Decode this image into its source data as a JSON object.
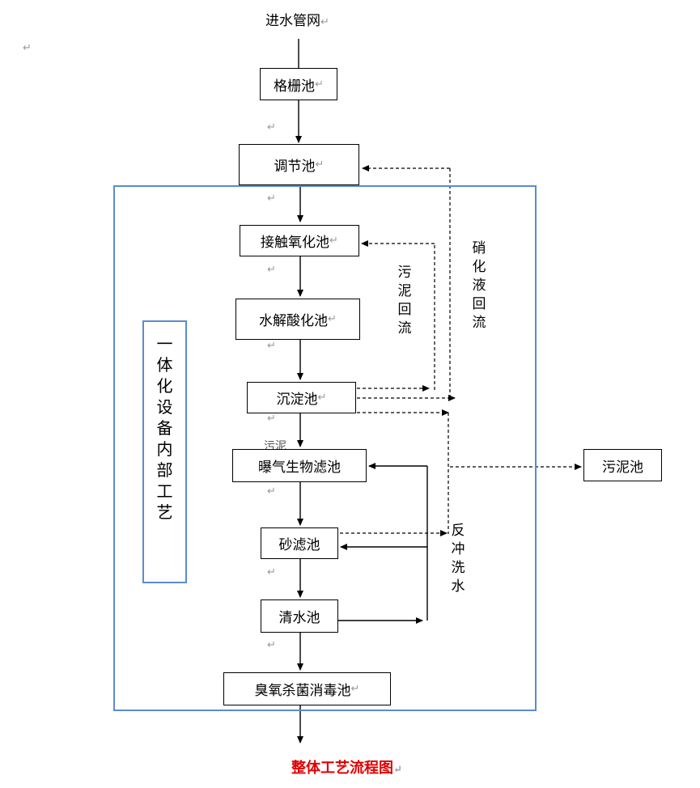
{
  "top_input": "进水管网",
  "stages": {
    "grid": "格栅池",
    "equalize": "调节池",
    "contact_oxidation": "接触氧化池",
    "hydrolysis": "水解酸化池",
    "sedimentation": "沉淀池",
    "aerated_biofilter": "曝气生物滤池",
    "sand_filter": "砂滤池",
    "clear_water": "清水池",
    "ozone": "臭氧杀菌消毒池"
  },
  "sludge_tank": "污泥池",
  "integrated_label": [
    "一",
    "体",
    "化",
    "设",
    "备",
    "内",
    "部",
    "工",
    "艺"
  ],
  "sludge_return": [
    "污",
    "泥",
    "回",
    "流"
  ],
  "nitrate_return": [
    "硝",
    "化",
    "液",
    "回",
    "流"
  ],
  "backwash": [
    "反",
    "冲",
    "洗",
    "水"
  ],
  "overlap_fragment": "污泥",
  "title": "整体工艺流程图",
  "paragraph_mark": "↵",
  "colors": {
    "frame": "#5b8bd0",
    "title": "#e00000",
    "mark": "#999999"
  }
}
